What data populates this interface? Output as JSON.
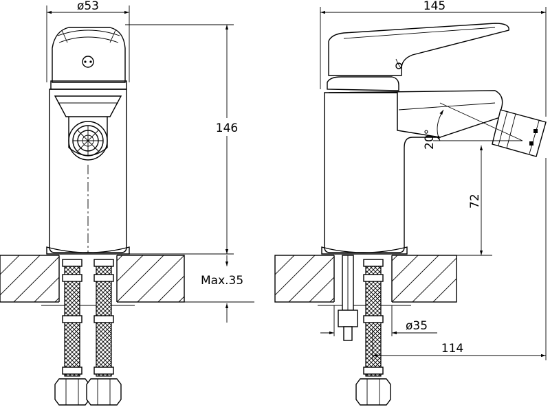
{
  "dimensions": {
    "front_width": "ø53",
    "front_height": "146",
    "max_thickness": "Max.35",
    "side_length": "145",
    "spout_height": "72",
    "spout_angle": "20°",
    "hole_diameter": "ø35",
    "spout_reach": "114"
  }
}
